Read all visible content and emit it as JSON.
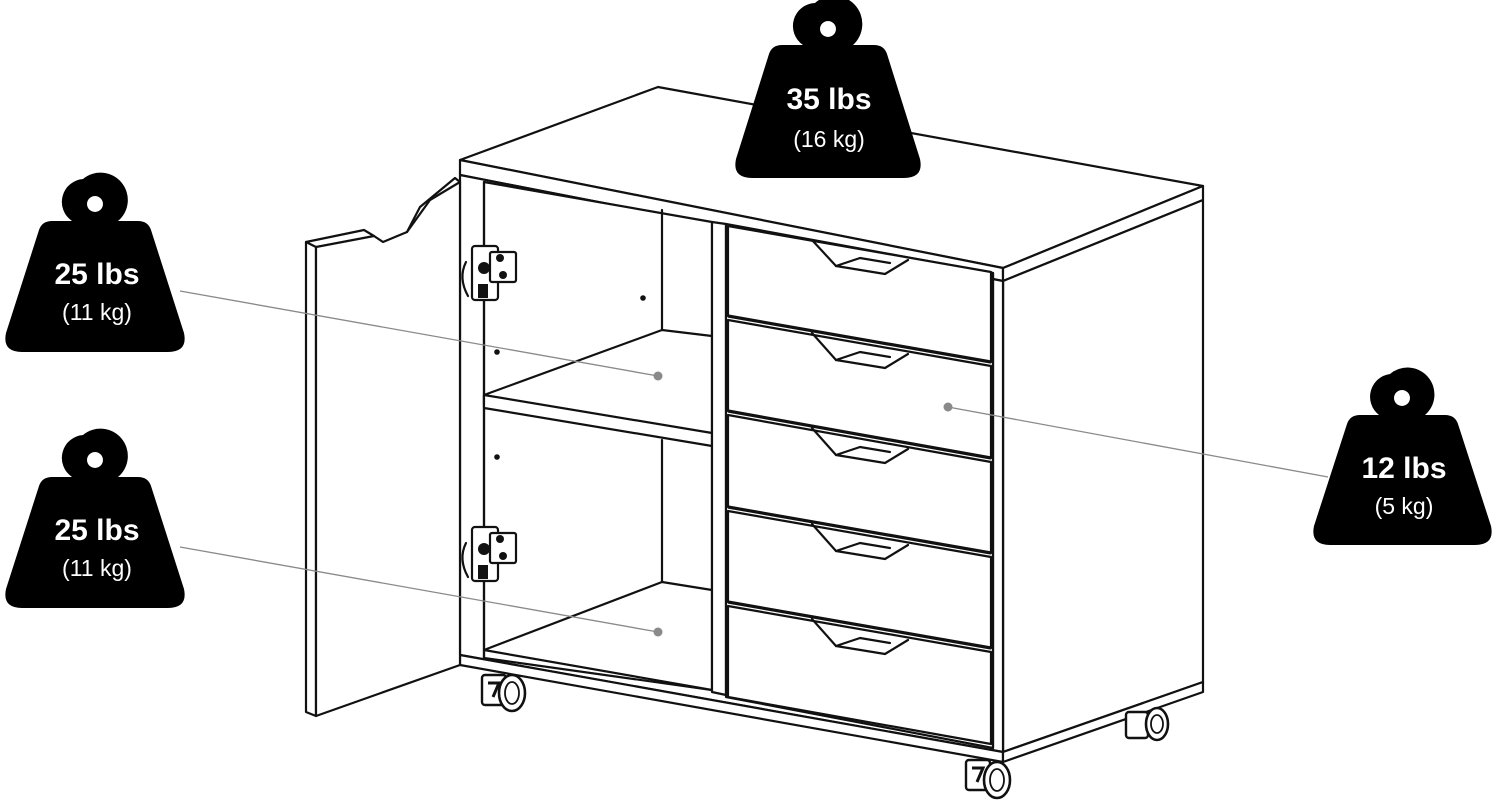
{
  "weights": {
    "top": {
      "primary": "35 lbs",
      "secondary": "(16 kg)"
    },
    "upper_shelf": {
      "primary": "25 lbs",
      "secondary": "(11 kg)"
    },
    "lower_shelf": {
      "primary": "25 lbs",
      "secondary": "(11 kg)"
    },
    "drawer": {
      "primary": "12 lbs",
      "secondary": "(5 kg)"
    }
  },
  "colors": {
    "weight_fill": "#000000",
    "line": "#111111",
    "leader": "#8a8a8a",
    "background": "#ffffff"
  },
  "icons": [
    "weight-icon",
    "caster-wheel-icon",
    "hinge-icon"
  ]
}
